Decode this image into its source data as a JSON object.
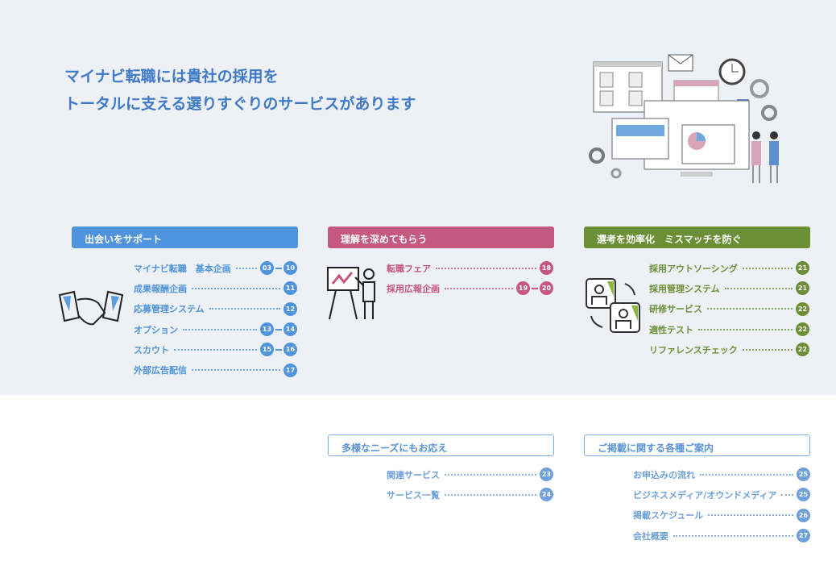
{
  "title": {
    "line1": "マイナビ転職には貴社の採用を",
    "line2": "トータルに支える選りすぐりのサービスがあります"
  },
  "colors": {
    "blue": "#4f94dc",
    "pink": "#c4587f",
    "green": "#6b8f35",
    "light": "#6ea0dc"
  },
  "sections": [
    {
      "header": "出会いをサポート",
      "items": [
        {
          "label": "マイナビ転職　基本企画",
          "pages": [
            "03",
            "10"
          ]
        },
        {
          "label": "成果報酬企画",
          "pages": [
            "11"
          ]
        },
        {
          "label": "応募管理システム",
          "pages": [
            "12"
          ]
        },
        {
          "label": "オプション",
          "pages": [
            "13",
            "14"
          ]
        },
        {
          "label": "スカウト",
          "pages": [
            "15",
            "16"
          ]
        },
        {
          "label": "外部広告配信",
          "pages": [
            "17"
          ]
        }
      ]
    },
    {
      "header": "理解を深めてもらう",
      "items": [
        {
          "label": "転職フェア",
          "pages": [
            "18"
          ]
        },
        {
          "label": "採用広報企画",
          "pages": [
            "19",
            "20"
          ]
        }
      ]
    },
    {
      "header": "選考を効率化　ミスマッチを防ぐ",
      "items": [
        {
          "label": "採用アウトソーシング",
          "pages": [
            "21"
          ]
        },
        {
          "label": "採用管理システム",
          "pages": [
            "21"
          ]
        },
        {
          "label": "研修サービス",
          "pages": [
            "22"
          ]
        },
        {
          "label": "適性テスト",
          "pages": [
            "22"
          ]
        },
        {
          "label": "リファレンスチェック",
          "pages": [
            "22"
          ]
        }
      ]
    },
    {
      "header": "多様なニーズにもお応え",
      "items": [
        {
          "label": "関連サービス",
          "pages": [
            "23"
          ]
        },
        {
          "label": "サービス一覧",
          "pages": [
            "24"
          ]
        }
      ]
    },
    {
      "header": "ご掲載に関する各種ご案内",
      "items": [
        {
          "label": "お申込みの流れ",
          "pages": [
            "25"
          ]
        },
        {
          "label": "ビジネスメディア/オウンドメディア",
          "pages": [
            "25"
          ]
        },
        {
          "label": "掲載スケジュール",
          "pages": [
            "26"
          ]
        },
        {
          "label": "会社概要",
          "pages": [
            "27"
          ]
        }
      ]
    }
  ]
}
